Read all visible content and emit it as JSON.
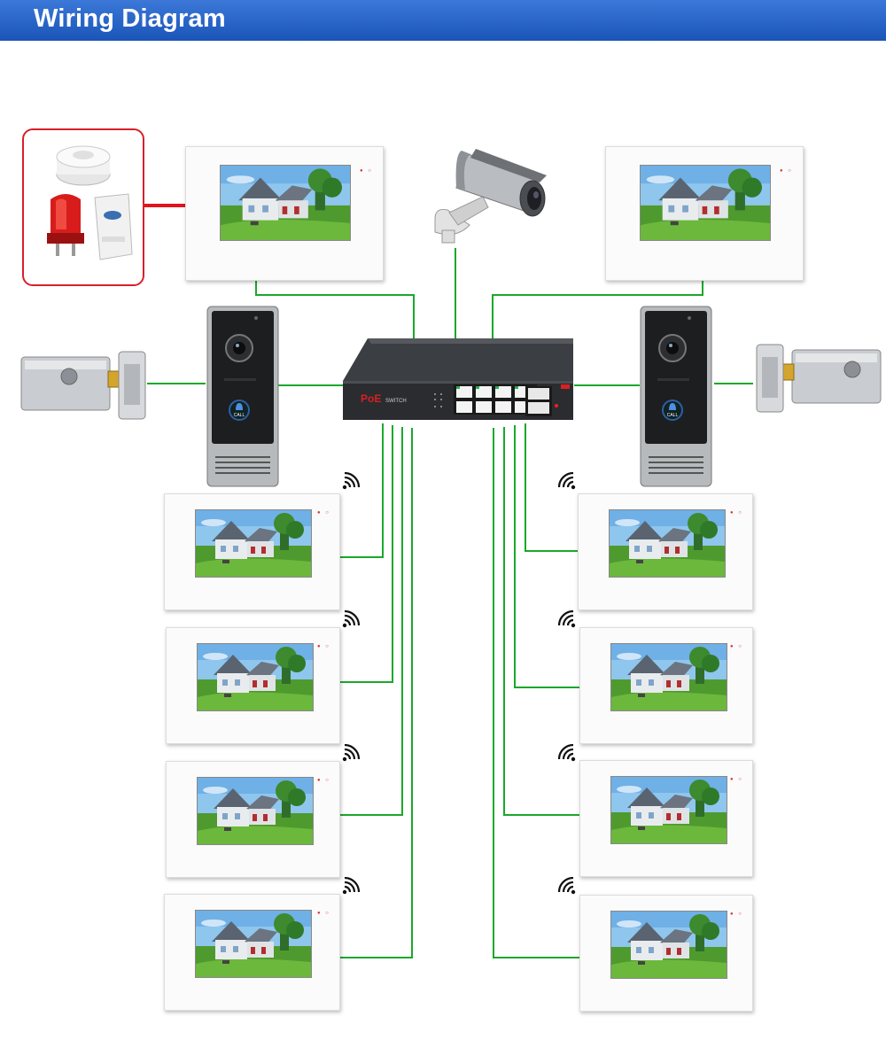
{
  "header": {
    "title": "Wiring Diagram",
    "background_color": "#1f5dc2"
  },
  "diagram": {
    "wire_color": "#1aa82a",
    "alarm_wire_color": "#e0141e",
    "switch": {
      "brand": "PoE",
      "label": "SWITCH"
    },
    "door_station_button": "CALL",
    "devices": [
      "smoke-detector",
      "alarm-siren",
      "pir-sensor",
      "main-monitor-left",
      "main-monitor-right",
      "bullet-camera",
      "poe-switch",
      "door-station-left",
      "door-station-right",
      "electric-lock-left",
      "electric-lock-right",
      "extension-monitor x8"
    ]
  }
}
